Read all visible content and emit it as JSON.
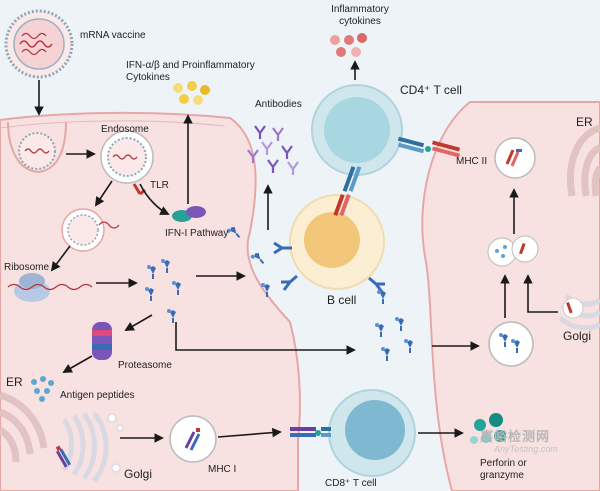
{
  "labels": {
    "mrna_vaccine": "mRNA vaccine",
    "endosome": "Endosome",
    "tlr": "TLR",
    "ifn_cytokines": "IFN-α/β and Proinflammatory Cytokines",
    "ifn_pathway": "IFN-I Pathway",
    "ribosome": "Ribosome",
    "proteasome": "Proteasome",
    "er_left": "ER",
    "antigen_peptides": "Antigen peptides",
    "golgi_left": "Golgi",
    "mhc_i": "MHC I",
    "antibodies": "Antibodies",
    "inflammatory_cytokines": "Inflammatory cytokines",
    "cd4_t_cell": "CD4⁺ T cell",
    "b_cell": "B cell",
    "cd8_t_cell": "CD8⁺ T cell",
    "perforin": "Perforin or granzyme",
    "er_right": "ER",
    "mhc_ii": "MHC II",
    "golgi_right": "Golgi"
  },
  "watermark": {
    "cn": "嘉峪检测网",
    "url": "AnyTesting.com"
  },
  "colors": {
    "cell_fill": "#f8e1e1",
    "cell_border": "#e6a7a7",
    "cd4_cell": "#cfe6ec",
    "cd4_nucleus": "#8ecad8",
    "b_cell_outer": "#fbeed3",
    "b_cell_nucleus": "#f2c77a",
    "cd8_nucleus": "#7fb8d1",
    "antigen_blue": "#3a6bb5",
    "mhc_red": "#c0392b",
    "tcr_blue": "#2e6f9e",
    "cytokine_yellow": "#f3cd45",
    "cytokine_red": "#e07a7a",
    "perforin_teal": "#1fa59a"
  }
}
